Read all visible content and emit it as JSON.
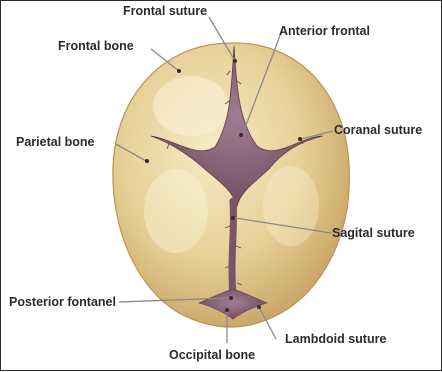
{
  "labels": {
    "frontal_suture": "Frontal suture",
    "anterior_frontal": "Anterior frontal",
    "frontal_bone": "Frontal bone",
    "parietal_bone": "Parietal bone",
    "coronal_suture": "Coranal suture",
    "sagittal_suture": "Sagital suture",
    "posterior_fontanel": "Posterior fontanel",
    "lambdoid_suture": "Lambdoid suture",
    "occipital_bone": "Occipital bone"
  },
  "colors": {
    "bone": "#e8d49c",
    "bone_shadow": "#c9a86a",
    "suture": "#7b5468",
    "fontanel": "#8e6a7f",
    "leader_line": "#8a8a8a",
    "label_text": "#2b2b2b",
    "frame": "#2a2a2a"
  }
}
